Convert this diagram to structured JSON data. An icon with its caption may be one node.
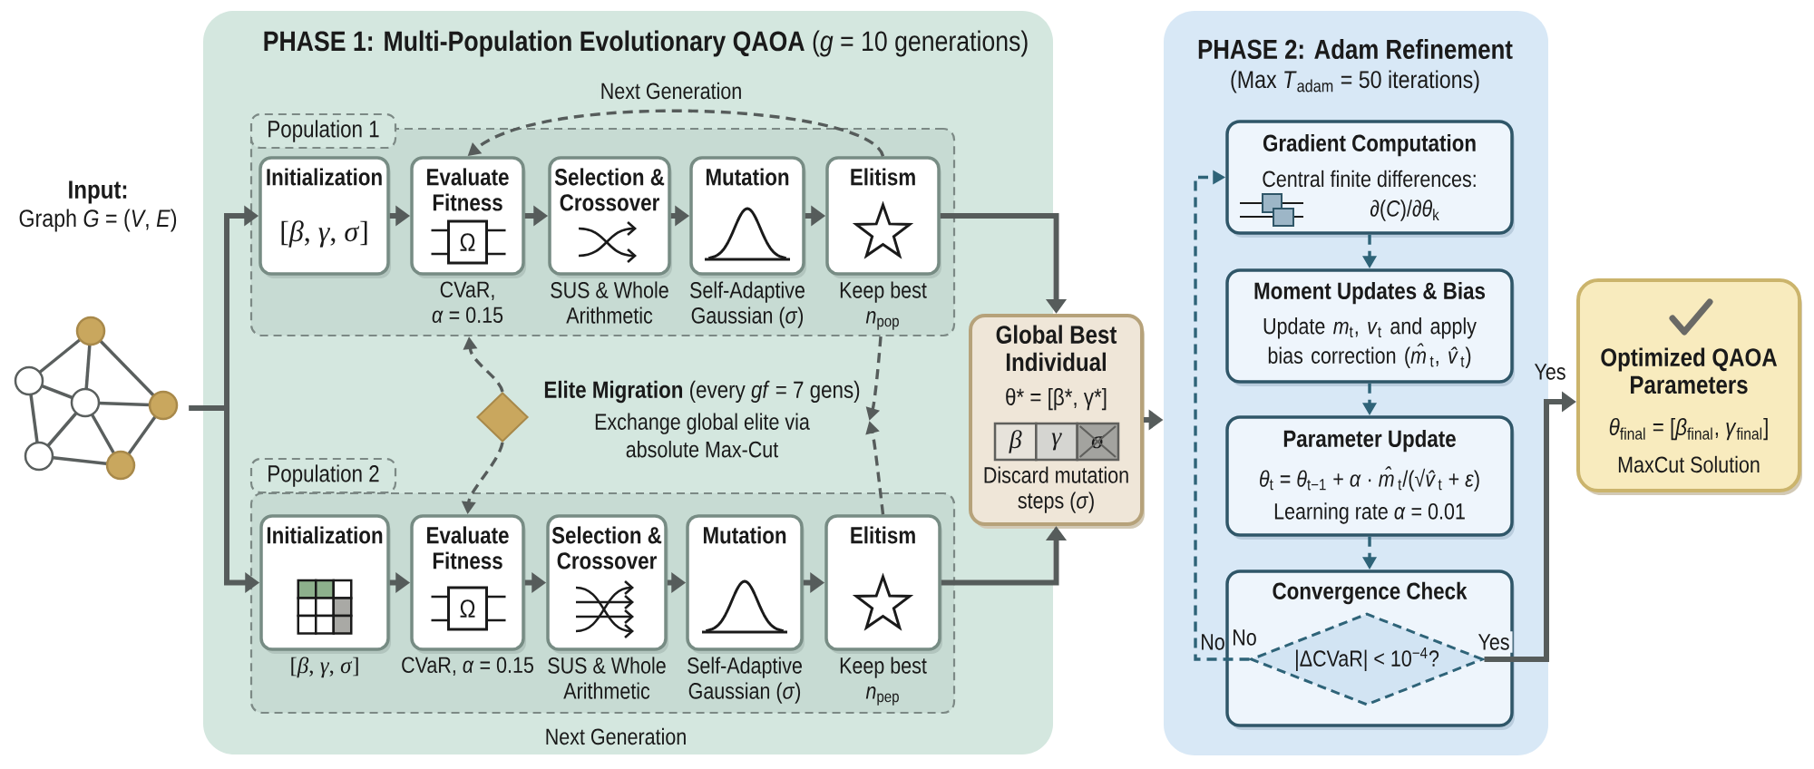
{
  "diagram": {
    "nodes": [
      {
        "text": [
          "Input:",
          "Graph *G* = (*V*, *E*)"
        ]
      },
      {
        "text": [
          "**PHASE 1: Multi-Population Evolutionary QAOA** (*g* = 10 generations)"
        ]
      },
      {
        "text": [
          "Population 1"
        ],
        "in": 1
      },
      {
        "text": [
          "Initialization",
          "[*β*, *γ*, *σ*]"
        ],
        "in": 2
      },
      {
        "text": [
          "Evaluate Fitness",
          "Ω"
        ],
        "beside": [
          "CVaR, *α* = 0.15"
        ],
        "in": 2
      },
      {
        "text": [
          "Selection & Crossover"
        ],
        "beside": [
          "SUS & Whole Arithmetic"
        ],
        "in": 2
      },
      {
        "text": [
          "Mutation"
        ],
        "beside": [
          "Self-Adaptive Gaussian (*σ*)"
        ],
        "in": 2
      },
      {
        "text": [
          "Elitism"
        ],
        "beside": [
          "Keep best *n*$_{pop}$"
        ],
        "in": 2
      },
      {
        "text": [],
        "shape": "diamond",
        "in": 1
      },
      {
        "text": [
          "**Elite Migration** (every *gf* = 7 gens)",
          "Exchange global elite via absolute Max-Cut"
        ],
        "in": 1
      },
      {
        "text": [
          "Population 2"
        ],
        "in": 1
      },
      {
        "text": [
          "Initialization"
        ],
        "beside": [
          "[*β*, *γ*, *σ*]"
        ],
        "in": 10
      },
      {
        "text": [
          "Evaluate Fitness",
          "Ω"
        ],
        "beside": [
          "CVaR, *α* = 0.15"
        ],
        "in": 10
      },
      {
        "text": [
          "Selection & Crossover"
        ],
        "beside": [
          "SUS & Whole Arithmetic"
        ],
        "in": 10
      },
      {
        "text": [
          "Mutation"
        ],
        "beside": [
          "Self-Adaptive Gaussian (*σ*)"
        ],
        "in": 10
      },
      {
        "text": [
          "Elitism"
        ],
        "beside": [
          "Keep best *n*$_{pep}$"
        ],
        "in": 10
      },
      {
        "text": [
          "Global Best Individual",
          "θ* = [β*, γ*]",
          "*β*",
          "*γ*",
          "*σ*",
          "Discard mutation steps (*σ*)"
        ]
      },
      {
        "text": [
          "PHASE 2: Adam Refinement",
          "(Max *T*$_{adam}$ = 50 iterations)"
        ]
      },
      {
        "text": [
          "Gradient Computation",
          "Central finite differences:",
          "∂(*C*)/∂*θ*$_{k}$"
        ],
        "in": 17
      },
      {
        "text": [
          "Moment Updates & Bias",
          "Update *m*$_{t}$, *v*$_{t}$ and apply bias correction (*m̂*$_{t}$, *v̂*$_{t}$)"
        ],
        "in": 17
      },
      {
        "text": [
          "Parameter Update",
          "*θ*$_{t}$ = *θ*$_{t−1}$ + *α* · *m̂*$_{t}$/(√*v̂*$_{t}$ + *ε*)",
          "Learning rate *α* = 0.01"
        ],
        "in": 17
      },
      {
        "text": [
          "Convergence Check"
        ],
        "in": 17
      },
      {
        "text": [
          "|ΔCVaR| < 10$^{−4}$?"
        ],
        "in": 21
      },
      {
        "text": [
          "Optimized QAOA Parameters",
          "*θ*$_{final}$ = [*β*$_{final}$, *γ*$_{final}$]",
          "MaxCut Solution"
        ]
      }
    ],
    "edges": [
      {
        "from": 0,
        "to": 3,
        "arrow": "to"
      },
      {
        "from": 0,
        "to": 11,
        "arrow": "to"
      },
      {
        "from": 3,
        "to": 4,
        "arrow": "to"
      },
      {
        "from": 4,
        "to": 5,
        "arrow": "to"
      },
      {
        "from": 5,
        "to": 6,
        "arrow": "to"
      },
      {
        "from": 6,
        "to": 7,
        "arrow": "to"
      },
      {
        "from": 11,
        "to": 12,
        "arrow": "to"
      },
      {
        "from": 12,
        "to": 13,
        "arrow": "to"
      },
      {
        "from": 13,
        "to": 14,
        "arrow": "to"
      },
      {
        "from": 14,
        "to": 15,
        "arrow": "to"
      },
      {
        "from": 7,
        "to": 4,
        "arrow": "to",
        "style": "dashed",
        "label": "Next Generation"
      },
      {
        "from": 8,
        "to": 2,
        "arrow": "to",
        "style": "dashed"
      },
      {
        "from": 8,
        "to": 12,
        "arrow": "to",
        "style": "dashed"
      },
      {
        "from": 2,
        "to": 9,
        "arrow": "to",
        "style": "dashed"
      },
      {
        "from": 15,
        "to": 9,
        "arrow": "to",
        "style": "dashed"
      },
      {
        "from": 7,
        "to": 16,
        "arrow": "to"
      },
      {
        "from": 15,
        "to": 16,
        "arrow": "to"
      },
      {
        "from": 16,
        "to": 17,
        "arrow": "to"
      },
      {
        "from": 18,
        "to": 19,
        "arrow": "to",
        "style": "dashed",
        "color": "#2e6378"
      },
      {
        "from": 19,
        "to": 20,
        "arrow": "to",
        "style": "dashed",
        "color": "#2e6378"
      },
      {
        "from": 20,
        "to": 21,
        "arrow": "to",
        "style": "dashed",
        "color": "#2e6378"
      },
      {
        "from": 22,
        "to": 18,
        "arrow": "to",
        "style": "dashed",
        "color": "#2e6378",
        "label": "No"
      },
      {
        "from": 22,
        "to": 23,
        "arrow": "to",
        "label": "Yes"
      }
    ],
    "labels": [
      "Next Generation",
      "No",
      "Yes"
    ]
  }
}
